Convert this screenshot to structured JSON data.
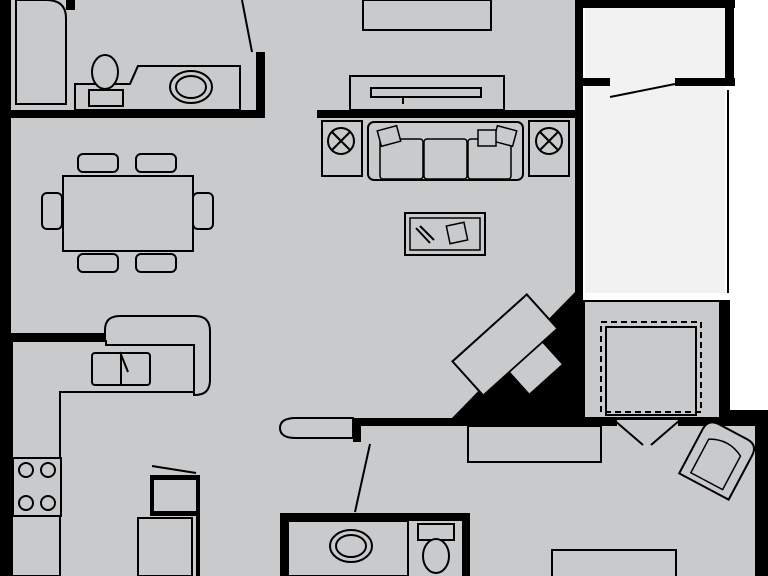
{
  "colors": {
    "floor": "#c9cacc",
    "wall": "#000000",
    "balcony": "#f2f2f2",
    "exterior": "#ffffff"
  },
  "plan": {
    "rooms": [
      "bathroom",
      "living-area",
      "dining-area",
      "kitchen",
      "balcony",
      "closet",
      "bedroom",
      "bathroom-2"
    ],
    "fixtures": [
      "bathtub",
      "toilet",
      "sink",
      "tv",
      "sofa",
      "coffee-table",
      "dining-table",
      "chairs",
      "kitchen-sink",
      "stove",
      "refrigerator",
      "desk",
      "armchair",
      "bed"
    ]
  }
}
